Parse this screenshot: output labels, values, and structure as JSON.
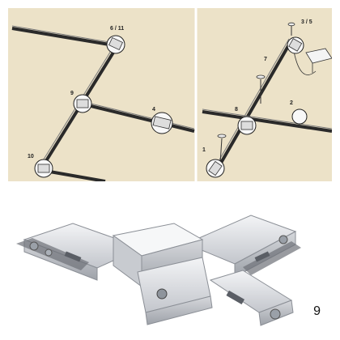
{
  "left_diagram": {
    "callouts": [
      {
        "id": "c-6-11",
        "label": "6 / 11"
      },
      {
        "id": "c-9",
        "label": "9"
      },
      {
        "id": "c-4",
        "label": "4"
      },
      {
        "id": "c-10",
        "label": "10"
      }
    ]
  },
  "right_diagram": {
    "callouts": [
      {
        "id": "c-3-5",
        "label": "3 / 5"
      },
      {
        "id": "c-7",
        "label": "7"
      },
      {
        "id": "c-8",
        "label": "8"
      },
      {
        "id": "c-2",
        "label": "2"
      },
      {
        "id": "c-1",
        "label": "1"
      }
    ]
  },
  "figure_number": "9",
  "colors": {
    "panel_background": "#ece2c8",
    "rail": "#2a2a2a",
    "rail_highlight": "#7a7a7a",
    "connector_silver": "#c9ccd1"
  }
}
